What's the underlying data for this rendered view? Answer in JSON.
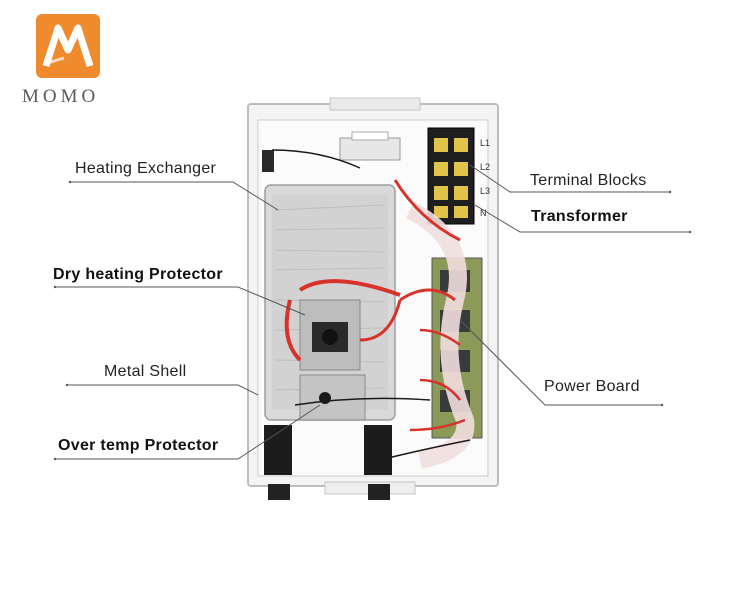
{
  "logo": {
    "brand": "MOMO",
    "color": "#ef8a2d"
  },
  "labels": {
    "heating_exchanger": "Heating  Exchanger",
    "dry_heating_protector": "Dry heating Protector",
    "metal_shell": "Metal Shell",
    "over_temp_protector": "Over temp Protector",
    "terminal_blocks": "Terminal Blocks",
    "transformer": "Transformer",
    "power_board": "Power  Board"
  },
  "terminal_marks": [
    "L1",
    "L2",
    "L3",
    "N"
  ],
  "colors": {
    "shell": "#f2f2f2",
    "heater_block": "#d6d6d6",
    "wire_red": "#d8322b",
    "terminal_black": "#1e1e1e",
    "pcb_green": "#7a8c4a",
    "leader_line": "#555555"
  }
}
